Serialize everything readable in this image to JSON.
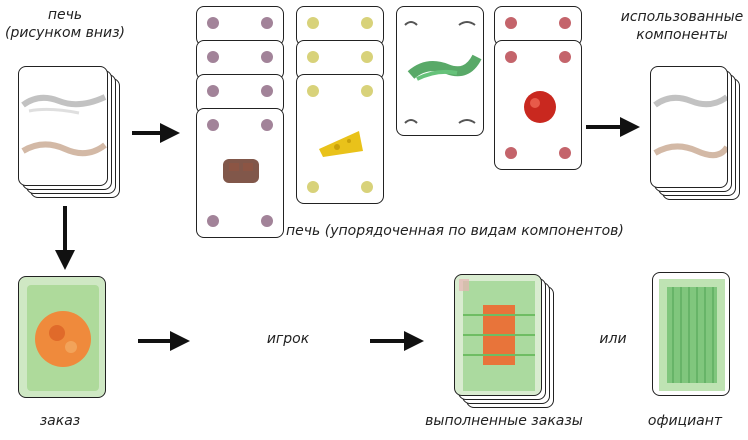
{
  "labels": {
    "oven_face_down": "печь\n(рисунком вниз)",
    "used_components": "использованные\nкомпоненты",
    "oven_sorted": "печь (упорядоченная по видам компонентов)",
    "player": "игрок",
    "or": "или",
    "order": "заказ",
    "completed_orders": "выполненные заказы",
    "waiter": "официант"
  },
  "colors": {
    "arrow": "#111111",
    "card_border": "#222222",
    "dot_purple": "#7a4f6e",
    "dot_yellow": "#d8d27a",
    "dot_red": "#b0303a",
    "order_green": "#7fbf6a",
    "order_orange": "#ef8a3c",
    "waiter_green": "#4caf50"
  },
  "icons": {
    "oven_back": "dough-strip-icon",
    "chocolate": "chocolate-icon",
    "cheese": "cheese-icon",
    "herbs": "green-herb-icon",
    "tomato": "tomato-icon",
    "pizza_order": "pizza-order-icon",
    "waiter_back": "waiter-card-back-icon"
  }
}
